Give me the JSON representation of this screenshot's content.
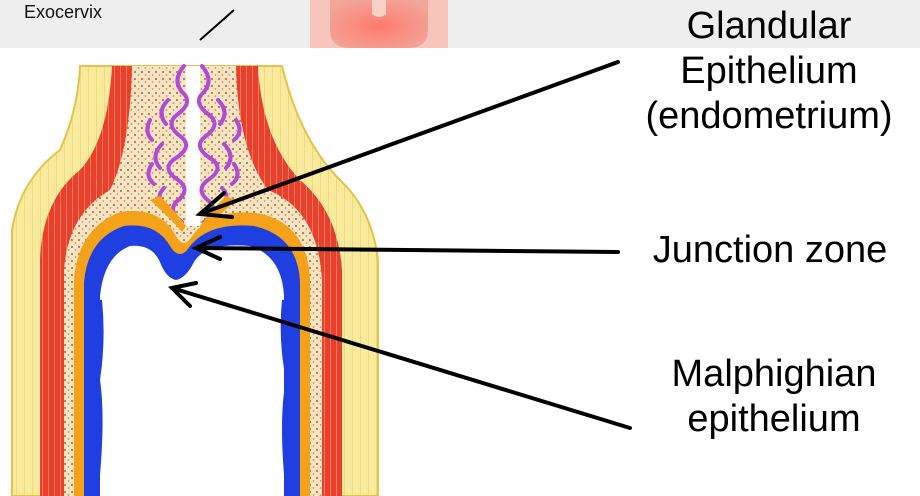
{
  "labels": {
    "exocervix": "Exocervix",
    "glandular": [
      "Glandular",
      "Epithelium",
      "(endometrium)"
    ],
    "junction": "Junction zone",
    "malphighian": [
      "Malphighian",
      "epithelium"
    ]
  },
  "colors": {
    "background": "#ffffff",
    "top_strip": "#eeeeee",
    "outer_tissue": "#f7e89a",
    "muscle": "#e8402a",
    "stroma": "#f6e7c8",
    "squamous_epithelium": "#1f3fe0",
    "glandular_epithelium": "#b04ad8",
    "arrow": "#000000"
  }
}
